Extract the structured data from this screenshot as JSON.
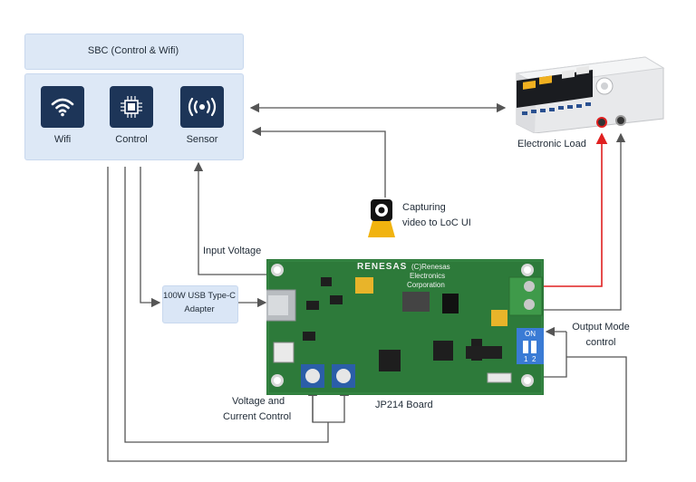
{
  "sbc": {
    "title": "SBC (Control & Wifi)",
    "modules": [
      {
        "label": "Wifi",
        "icon": "wifi-icon"
      },
      {
        "label": "Control",
        "icon": "chip-icon"
      },
      {
        "label": "Sensor",
        "icon": "sensor-icon"
      }
    ]
  },
  "electronic_load": {
    "label": "Electronic Load"
  },
  "camera": {
    "label_line1": "Capturing",
    "label_line2": "video to LoC UI",
    "icon": "webcam-icon"
  },
  "input_voltage": {
    "label": "Input Voltage"
  },
  "adapter": {
    "line1": "100W USB Type-C",
    "line2": "Adapter"
  },
  "board": {
    "label": "JP214 Board",
    "silkscreen_line1": "RENESAS",
    "silkscreen_line2": "(C)Renesas",
    "silkscreen_line3": "Electronics",
    "silkscreen_line4": "Corporation",
    "dip_switch_on": "ON",
    "dip_switch_1": "1",
    "dip_switch_2": "2"
  },
  "output_mode": {
    "line1": "Output Mode",
    "line2": "control"
  },
  "voltage_current": {
    "line1": "Voltage and",
    "line2": "Current Control"
  },
  "colors": {
    "box_fill": "#dde8f6",
    "tile": "#1d3558",
    "arrow": "#555555",
    "red_line": "#e02020",
    "pcb": "#2d7a3a"
  }
}
